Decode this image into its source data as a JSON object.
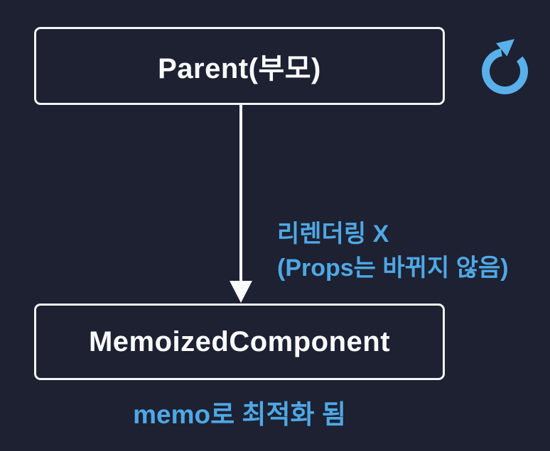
{
  "colors": {
    "background": "#1d2132",
    "box_border": "#f3f5f7",
    "box_text": "#fafbfd",
    "accent_blue": "#4fa8e5",
    "icon_blue": "#5ab0ea",
    "arrow_white": "#fbfcfe"
  },
  "icons": {
    "refresh": "circular-arrow-clockwise"
  },
  "diagram": {
    "parent_box": {
      "label": "Parent(부모)"
    },
    "memoized_box": {
      "label": "MemoizedComponent"
    },
    "annotation": {
      "line1": "리렌더링 X",
      "line2": "(Props는 바뀌지 않음)"
    },
    "caption": {
      "label": "memo로 최적화 됨"
    }
  }
}
